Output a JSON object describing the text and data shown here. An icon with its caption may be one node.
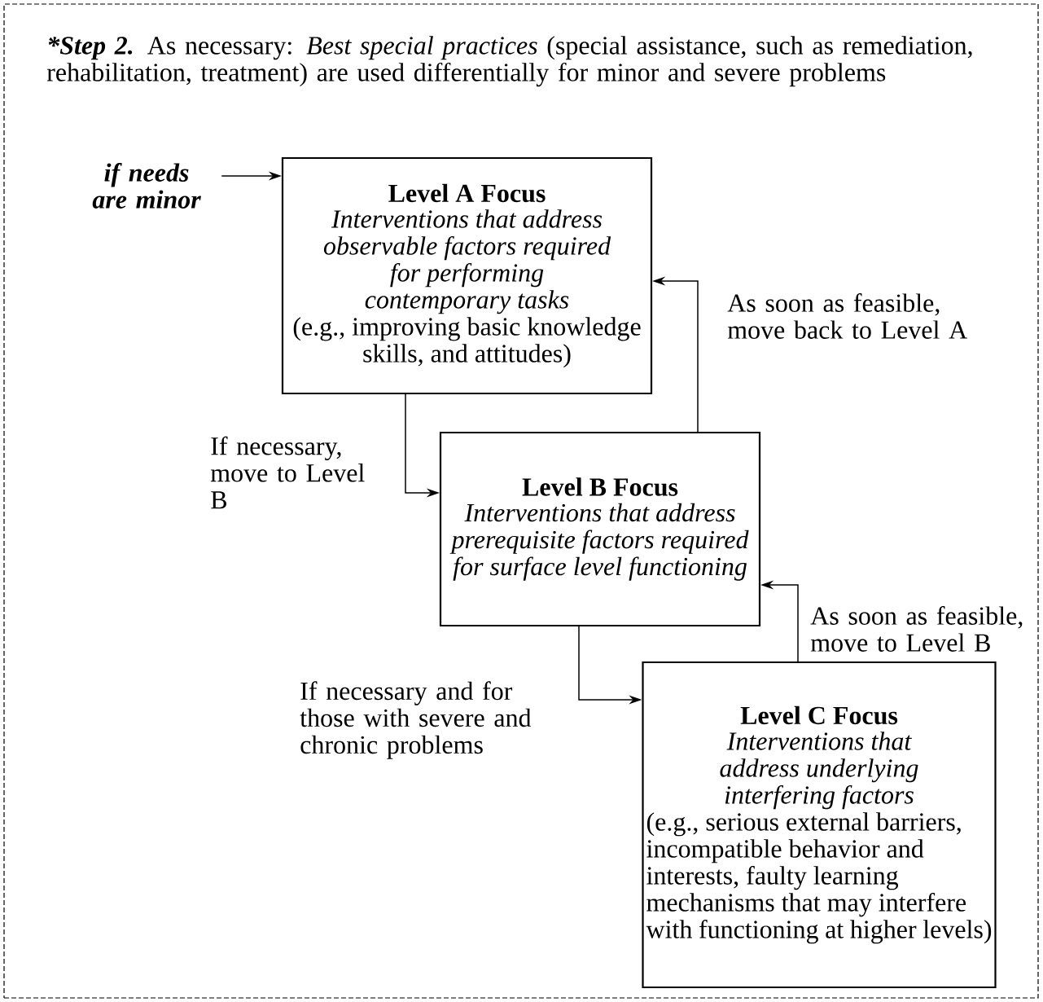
{
  "diagram": {
    "nodes": [
      {
        "text": [
          "*Step 2.",
          "As necessary: *Best special practices* (special assistance, such as remediation, rehabilitation, treatment) are used differentially for minor and severe problems"
        ]
      },
      {
        "text": [
          "if needs are minor"
        ],
        "in": 0
      },
      {
        "text": [
          "Level A Focus",
          "Interventions that address observable factors required for performing contemporary tasks",
          "(e.g., improving basic knowledge skills, and attitudes)"
        ],
        "in": 0
      },
      {
        "text": [
          "Level B Focus",
          "Interventions that address prerequisite factors required for surface level functioning"
        ],
        "in": 0
      },
      {
        "text": [
          "Level C Focus",
          "Interventions that address underlying interfering factors",
          "(e.g., serious external barriers, incompatible behavior and interests, faulty learning mechanisms that may interfere with functioning at higher levels)"
        ],
        "in": 0
      }
    ],
    "edges": [
      {
        "from": 1,
        "to": 2,
        "arrow": "to"
      },
      {
        "from": 2,
        "to": 3,
        "arrow": "to",
        "label": "If necessary, move to Level B"
      },
      {
        "from": 3,
        "to": 2,
        "arrow": "to",
        "label": "As soon as feasible, move back to Level A"
      },
      {
        "from": 3,
        "to": 4,
        "arrow": "to",
        "label": "If necessary and for those with severe and chronic problems"
      },
      {
        "from": 4,
        "to": 3,
        "arrow": "to",
        "label": "As soon as feasible, move to Level B"
      }
    ]
  }
}
